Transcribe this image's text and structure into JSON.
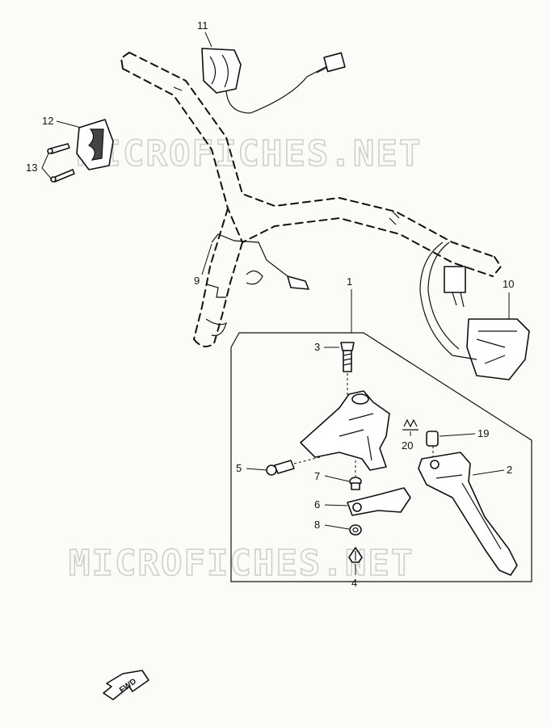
{
  "watermark": "MICROFICHES.NET",
  "arrow_label": "FWD",
  "callouts": {
    "c1": "1",
    "c2": "2",
    "c3": "3",
    "c4": "4",
    "c5": "5",
    "c6": "6",
    "c7": "7",
    "c8": "8",
    "c9": "9",
    "c10": "10",
    "c11": "11",
    "c12": "12",
    "c13": "13",
    "c19": "19",
    "c20": "20"
  }
}
